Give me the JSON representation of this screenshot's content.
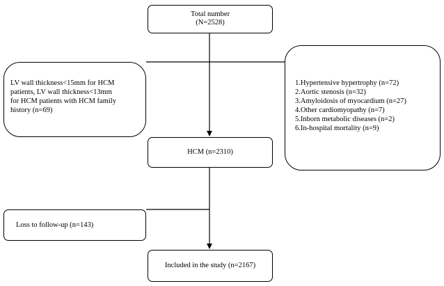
{
  "boxes": {
    "total": {
      "line1": "Total number",
      "line2": "(N=2528)"
    },
    "excluded_left": {
      "line1": "LV wall thickness<15mm for HCM",
      "line2": "patients, LV wall thickness<13mm",
      "line3": "for HCM patients with HCM family",
      "line4": "history (n=69)"
    },
    "excluded_right": {
      "items": [
        "1.Hypertensive hypertrophy (n=72)",
        "2.Aortic stenosis (n=32)",
        "3.Amyloidosis of myocardium (n=27)",
        "4.Other cardiomyopathy (n=7)",
        "5.Inborn metabolic diseases (n=2)",
        "6.In-hospital mortality (n=9)"
      ]
    },
    "hcm": {
      "label": "HCM (n=2310)"
    },
    "loss": {
      "label": "Loss to follow-up (n=143)"
    },
    "included": {
      "label": "Included in the study (n=2167)"
    }
  }
}
